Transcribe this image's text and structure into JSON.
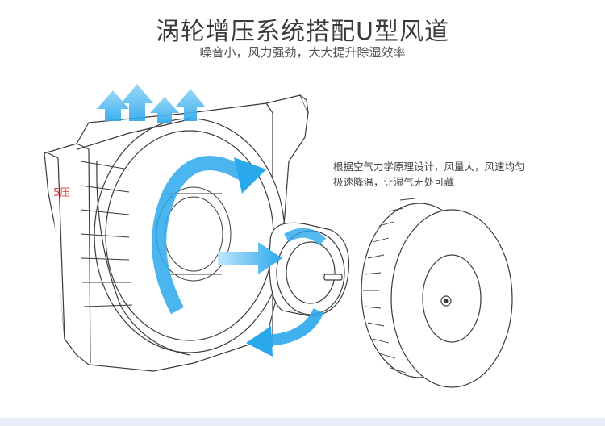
{
  "title": "涡轮增压系统搭配U型风道",
  "subtitle": "噪音小，风力强劲，大大提升除湿效率",
  "description": {
    "line1": "根据空气力学原理设计，风量大，风速均匀",
    "line2": "极速降温，让湿气无处可藏"
  },
  "watermark": "5压",
  "colors": {
    "arrow": "#2aa8ec",
    "line": "#3a3a3a",
    "text": "#3a3a3a",
    "accent_watermark": "#d42a2a"
  }
}
